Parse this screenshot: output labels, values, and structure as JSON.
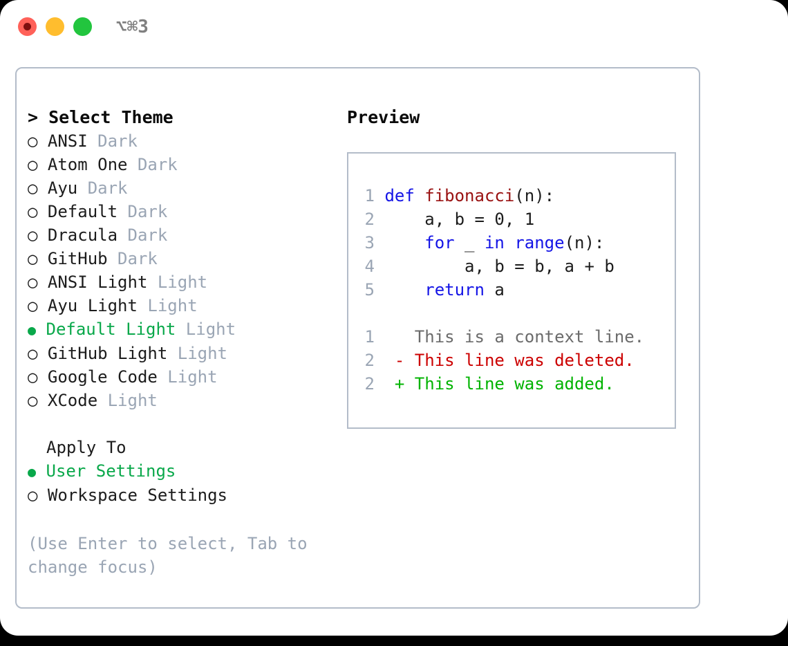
{
  "titlebar": {
    "label": "⌥⌘3",
    "buttons": {
      "close": "close-button",
      "minimize": "minimize-button",
      "maximize": "maximize-button"
    }
  },
  "theme_picker": {
    "header": "> Select Theme",
    "selected_marker": "●",
    "unselected_marker": "○",
    "items": [
      {
        "name": "ANSI",
        "variant": "Dark",
        "selected": false
      },
      {
        "name": "Atom One",
        "variant": "Dark",
        "selected": false
      },
      {
        "name": "Ayu",
        "variant": "Dark",
        "selected": false
      },
      {
        "name": "Default",
        "variant": "Dark",
        "selected": false
      },
      {
        "name": "Dracula",
        "variant": "Dark",
        "selected": false
      },
      {
        "name": "GitHub",
        "variant": "Dark",
        "selected": false
      },
      {
        "name": "ANSI Light",
        "variant": "Light",
        "selected": false
      },
      {
        "name": "Ayu Light",
        "variant": "Light",
        "selected": false
      },
      {
        "name": "Default Light",
        "variant": "Light",
        "selected": true
      },
      {
        "name": "GitHub Light",
        "variant": "Light",
        "selected": false
      },
      {
        "name": "Google Code",
        "variant": "Light",
        "selected": false
      },
      {
        "name": "XCode",
        "variant": "Light",
        "selected": false
      }
    ]
  },
  "apply_to": {
    "header": "Apply To",
    "items": [
      {
        "name": "User Settings",
        "selected": true
      },
      {
        "name": "Workspace Settings",
        "selected": false
      }
    ]
  },
  "hint": "(Use Enter to select, Tab to change focus)",
  "preview": {
    "title": "Preview",
    "code_lines": [
      {
        "num": "1",
        "tokens": [
          {
            "t": "def ",
            "c": "kw"
          },
          {
            "t": "fibonacci",
            "c": "fn"
          },
          {
            "t": "(n):",
            "c": "pl"
          }
        ]
      },
      {
        "num": "2",
        "tokens": [
          {
            "t": "    a, b = 0, 1",
            "c": "pl"
          }
        ]
      },
      {
        "num": "3",
        "tokens": [
          {
            "t": "    ",
            "c": "pl"
          },
          {
            "t": "for",
            "c": "kw"
          },
          {
            "t": " _ ",
            "c": "pl"
          },
          {
            "t": "in",
            "c": "kw"
          },
          {
            "t": " ",
            "c": "pl"
          },
          {
            "t": "range",
            "c": "kw"
          },
          {
            "t": "(n):",
            "c": "pl"
          }
        ]
      },
      {
        "num": "4",
        "tokens": [
          {
            "t": "        a, b = b, a + b",
            "c": "pl"
          }
        ]
      },
      {
        "num": "5",
        "tokens": [
          {
            "t": "    ",
            "c": "pl"
          },
          {
            "t": "return",
            "c": "kw"
          },
          {
            "t": " a",
            "c": "pl"
          }
        ]
      }
    ],
    "diff_lines": [
      {
        "num": "1",
        "sign": " ",
        "text": " This is a context line.",
        "kind": "context"
      },
      {
        "num": "2",
        "sign": "-",
        "text": " This line was deleted.",
        "kind": "deleted"
      },
      {
        "num": "2",
        "sign": "+",
        "text": " This line was added.",
        "kind": "added"
      }
    ]
  },
  "colors": {
    "accent_green": "#09a84a",
    "muted": "#9aa5b4",
    "border": "#b3bcc9",
    "keyword_blue": "#1414e6",
    "function_red": "#991111",
    "diff_delete": "#cc0000",
    "diff_add": "#00b300",
    "traffic_red": "#ff6159",
    "traffic_yellow": "#ffbd2e",
    "traffic_green": "#22c53e"
  }
}
